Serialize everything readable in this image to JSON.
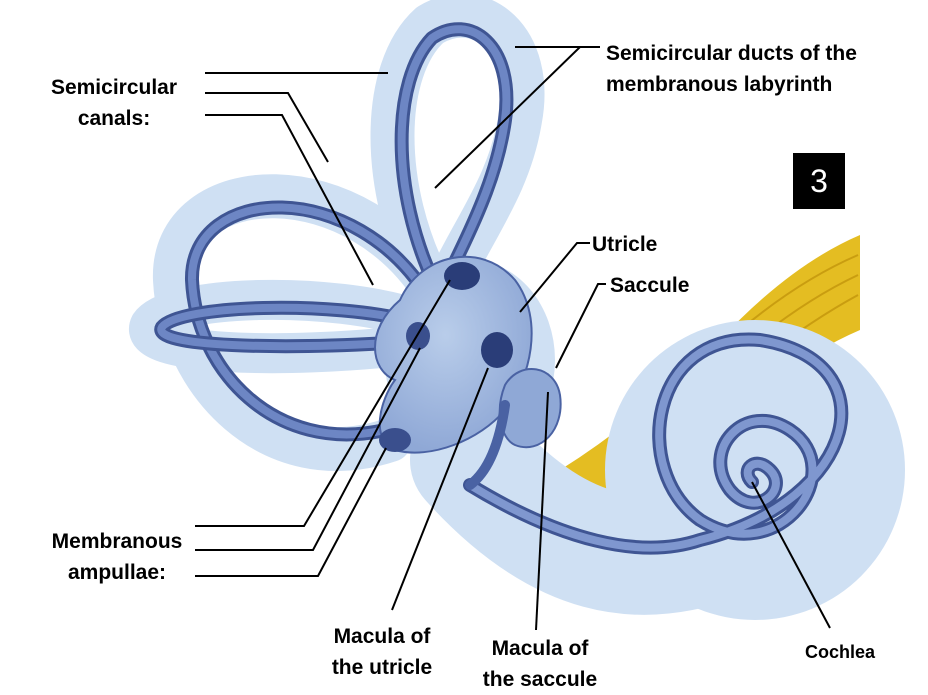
{
  "labels": {
    "semicircular_canals": [
      "Semicircular",
      "canals:"
    ],
    "semicircular_ducts": [
      "Semicircular ducts of the",
      "membranous labyrinth"
    ],
    "utricle": "Utricle",
    "saccule": "Saccule",
    "membranous_ampullae": [
      "Membranous",
      "ampullae:"
    ],
    "macula_utricle": [
      "Macula of",
      "the utricle"
    ],
    "macula_saccule": [
      "Macula of",
      "the saccule"
    ],
    "cochlea": "Cochlea"
  },
  "badge": "3",
  "colors": {
    "bony_labyrinth": "#cfe0f3",
    "membranous_duct": "#6d86c4",
    "duct_outline": "#3f5593",
    "vestibular_nerve": "#e8c020",
    "leader_line": "#000000"
  }
}
